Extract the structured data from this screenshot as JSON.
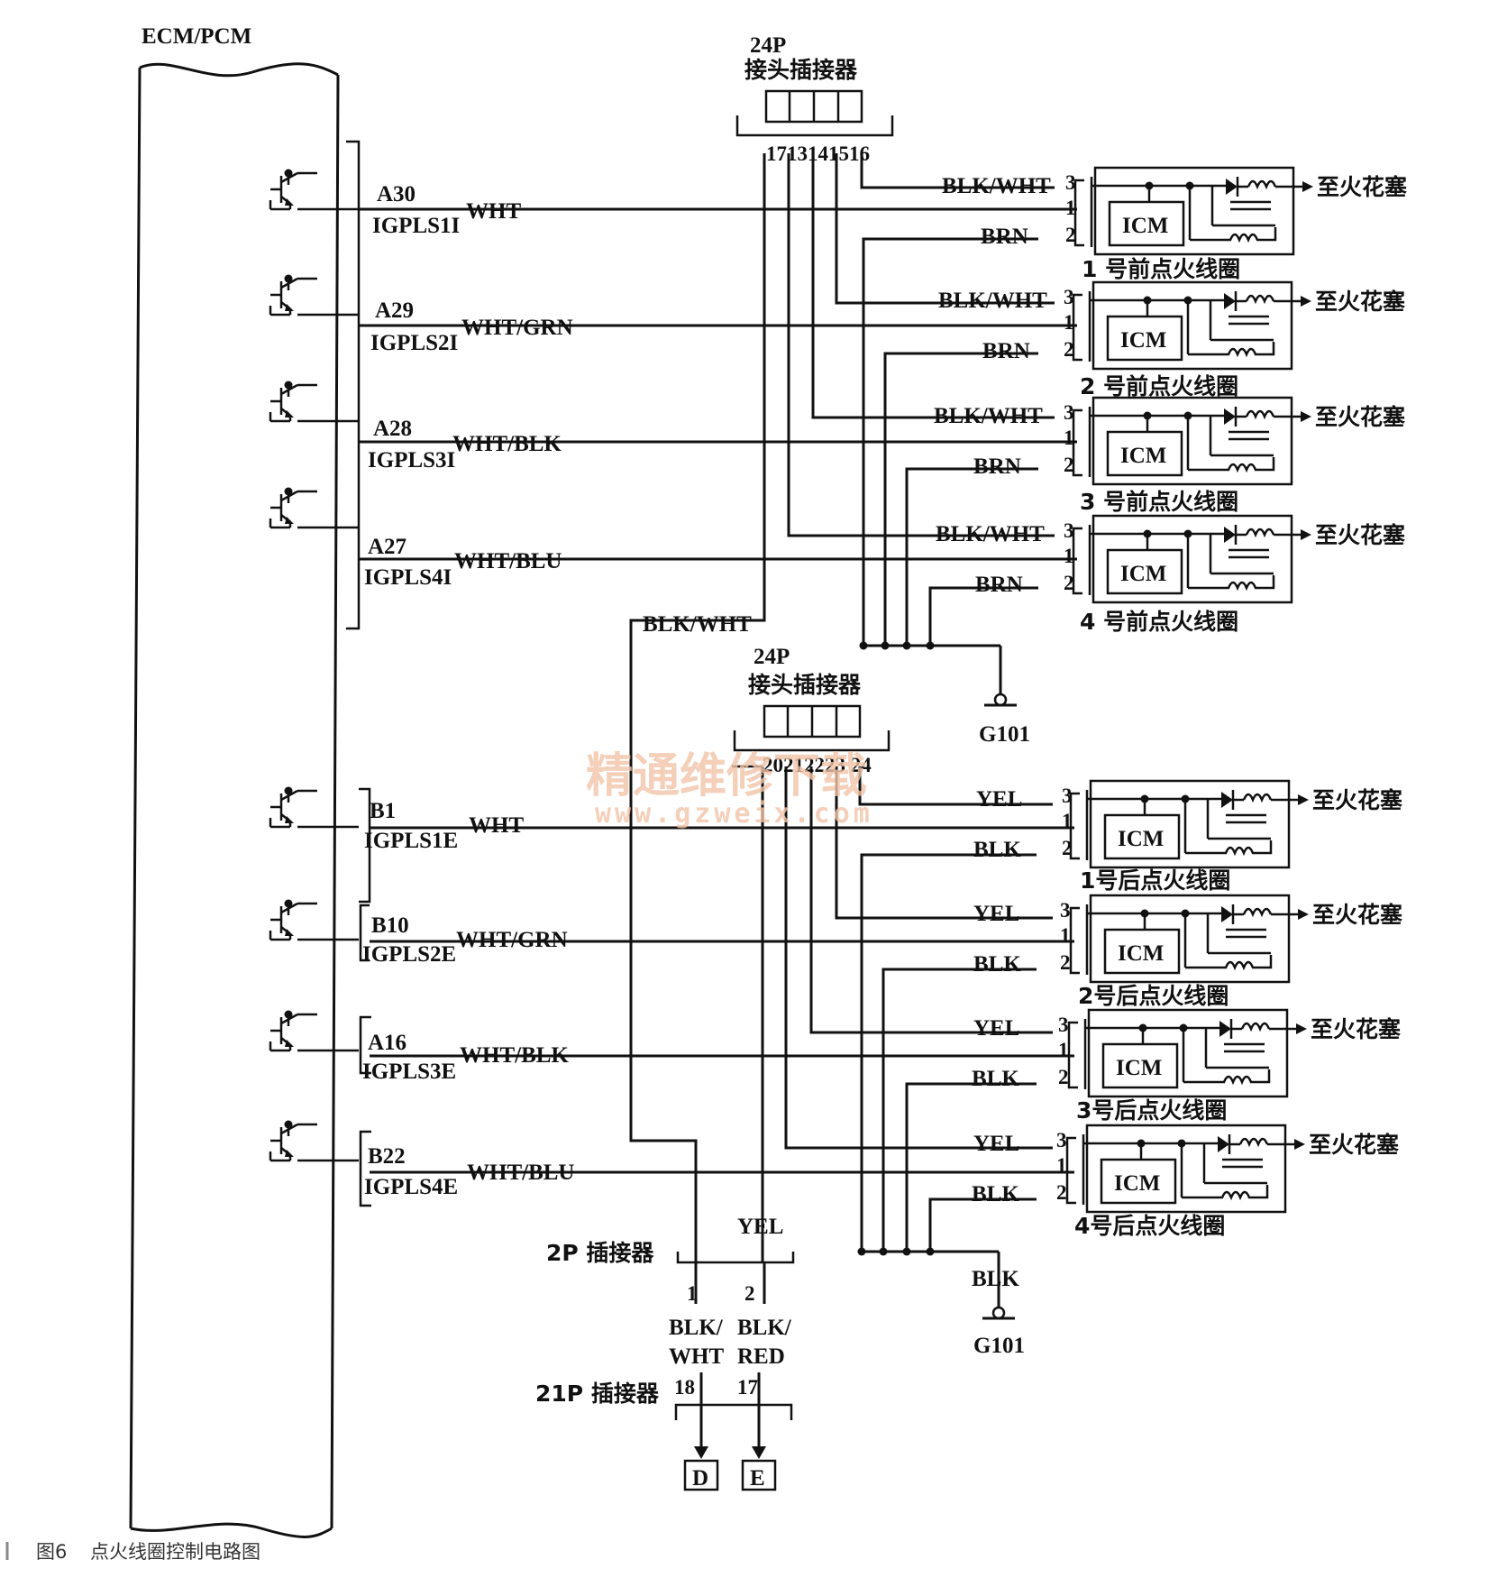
{
  "ecm": {
    "label": "ECM/PCM"
  },
  "connector_24p_top": {
    "title": "24P",
    "subtitle": "接头插接器",
    "pins": "1713141516"
  },
  "connector_24p_bottom": {
    "title": "24P",
    "subtitle": "接头插接器",
    "pins": "20212223 24"
  },
  "front_channels": [
    {
      "pin": "A30",
      "signal": "IGPLS1I",
      "wire": "WHT",
      "coil": "1  号前点火线圈"
    },
    {
      "pin": "A29",
      "signal": "IGPLS2I",
      "wire": "WHT/GRN",
      "coil": "2 号前点火线圈"
    },
    {
      "pin": "A28",
      "signal": "IGPLS3I",
      "wire": "WHT/BLK",
      "coil": "3  号前点火线圈"
    },
    {
      "pin": "A27",
      "signal": "IGPLS4I",
      "wire": "WHT/BLU",
      "coil": "4  号前点火线圈"
    }
  ],
  "rear_channels": [
    {
      "pin": "B1",
      "signal": "IGPLS1E",
      "wire": "WHT",
      "coil": "1号后点火线圈"
    },
    {
      "pin": "B10",
      "signal": "IGPLS2E",
      "wire": "WHT/GRN",
      "coil": "2号后点火线圈"
    },
    {
      "pin": "A16",
      "signal": "IGPLS3E",
      "wire": "WHT/BLK",
      "coil": "3号后点火线圈"
    },
    {
      "pin": "B22",
      "signal": "IGPLS4E",
      "wire": "WHT/BLU",
      "coil": "4号后点火线圈"
    }
  ],
  "coil": {
    "module": "ICM",
    "to_plug": "至火花塞",
    "pin1": "1",
    "pin2": "2",
    "pin3": "3",
    "front_power_wire": "BLK/WHT",
    "front_ground_wire": "BRN",
    "rear_power_wire": "YEL",
    "rear_ground_wire": "BLK"
  },
  "feed": {
    "blk_wht": "BLK/WHT",
    "yel": "YEL"
  },
  "ground": {
    "front": "G101",
    "rear": "G101",
    "rear_wire": "BLK"
  },
  "connector_2p": {
    "label": "2P 插接器",
    "pin1": "1",
    "pin2": "2",
    "wire1_a": "BLK/",
    "wire1_b": "WHT",
    "wire2_a": "BLK/",
    "wire2_b": "RED"
  },
  "connector_21p": {
    "label": "21P 插接器",
    "pin1": "18",
    "pin2": "17"
  },
  "terminals": {
    "d": "D",
    "e": "E"
  },
  "watermark": {
    "line1": "精通维修下载",
    "line2": "www.gzweix.com"
  },
  "caption": {
    "fig": "图6",
    "title": "点火线圈控制电路图"
  }
}
